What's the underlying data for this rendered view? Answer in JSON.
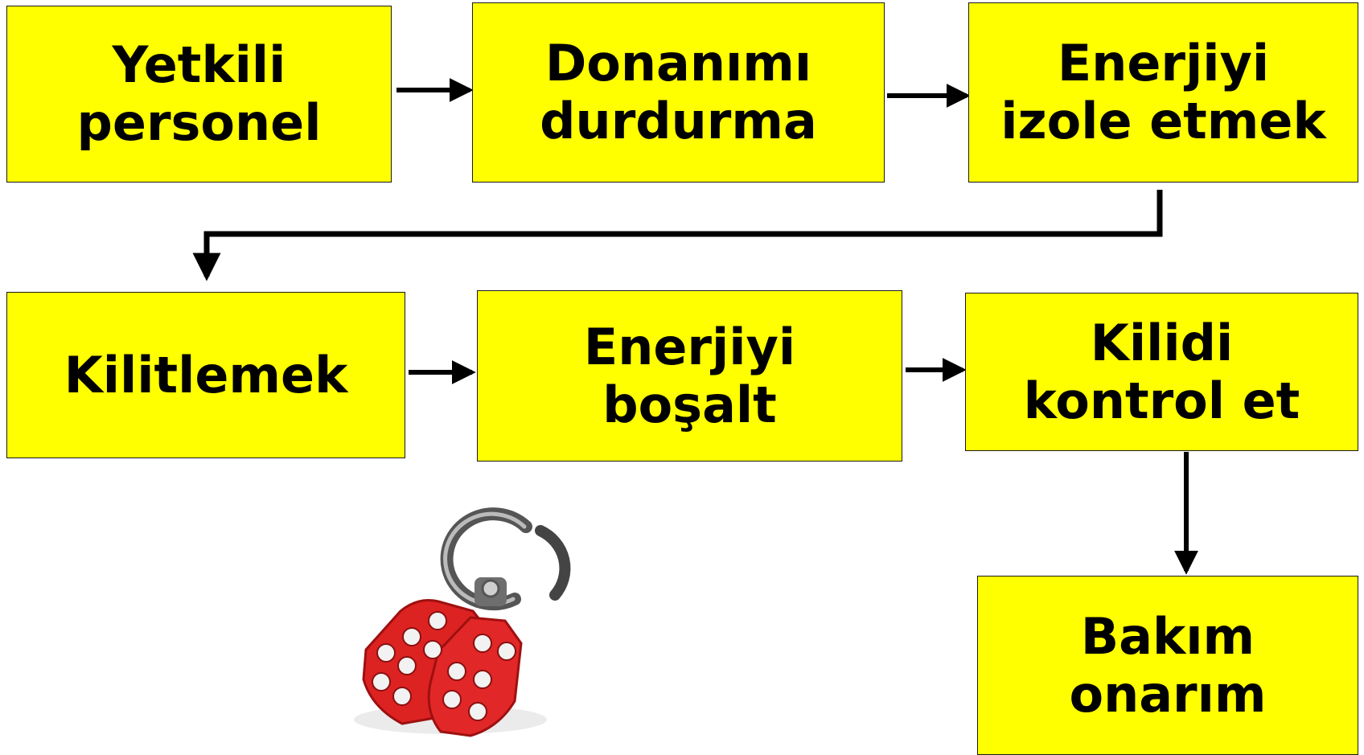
{
  "flow": {
    "steps": [
      {
        "id": "s1",
        "lines": [
          "Yetkili",
          "personel"
        ]
      },
      {
        "id": "s2",
        "lines": [
          "Donanımı",
          "durdurma"
        ]
      },
      {
        "id": "s3",
        "lines": [
          "Enerjiyi",
          "izole etmek"
        ]
      },
      {
        "id": "s4",
        "lines": [
          "Kilitlemek"
        ]
      },
      {
        "id": "s5",
        "lines": [
          "Enerjiyi",
          "boşalt"
        ]
      },
      {
        "id": "s6",
        "lines": [
          "Kilidi",
          "kontrol et"
        ]
      },
      {
        "id": "s7",
        "lines": [
          "Bakım",
          "onarım"
        ]
      }
    ],
    "edges": [
      [
        "s1",
        "s2"
      ],
      [
        "s2",
        "s3"
      ],
      [
        "s3",
        "s4"
      ],
      [
        "s4",
        "s5"
      ],
      [
        "s5",
        "s6"
      ],
      [
        "s6",
        "s7"
      ]
    ]
  },
  "illustration": {
    "icon": "lockout-hasp-icon",
    "color": "#dd2222"
  },
  "colors": {
    "box_fill": "#ffff00",
    "box_border": "#1a1a1a",
    "text": "#000000",
    "arrow": "#000000"
  }
}
